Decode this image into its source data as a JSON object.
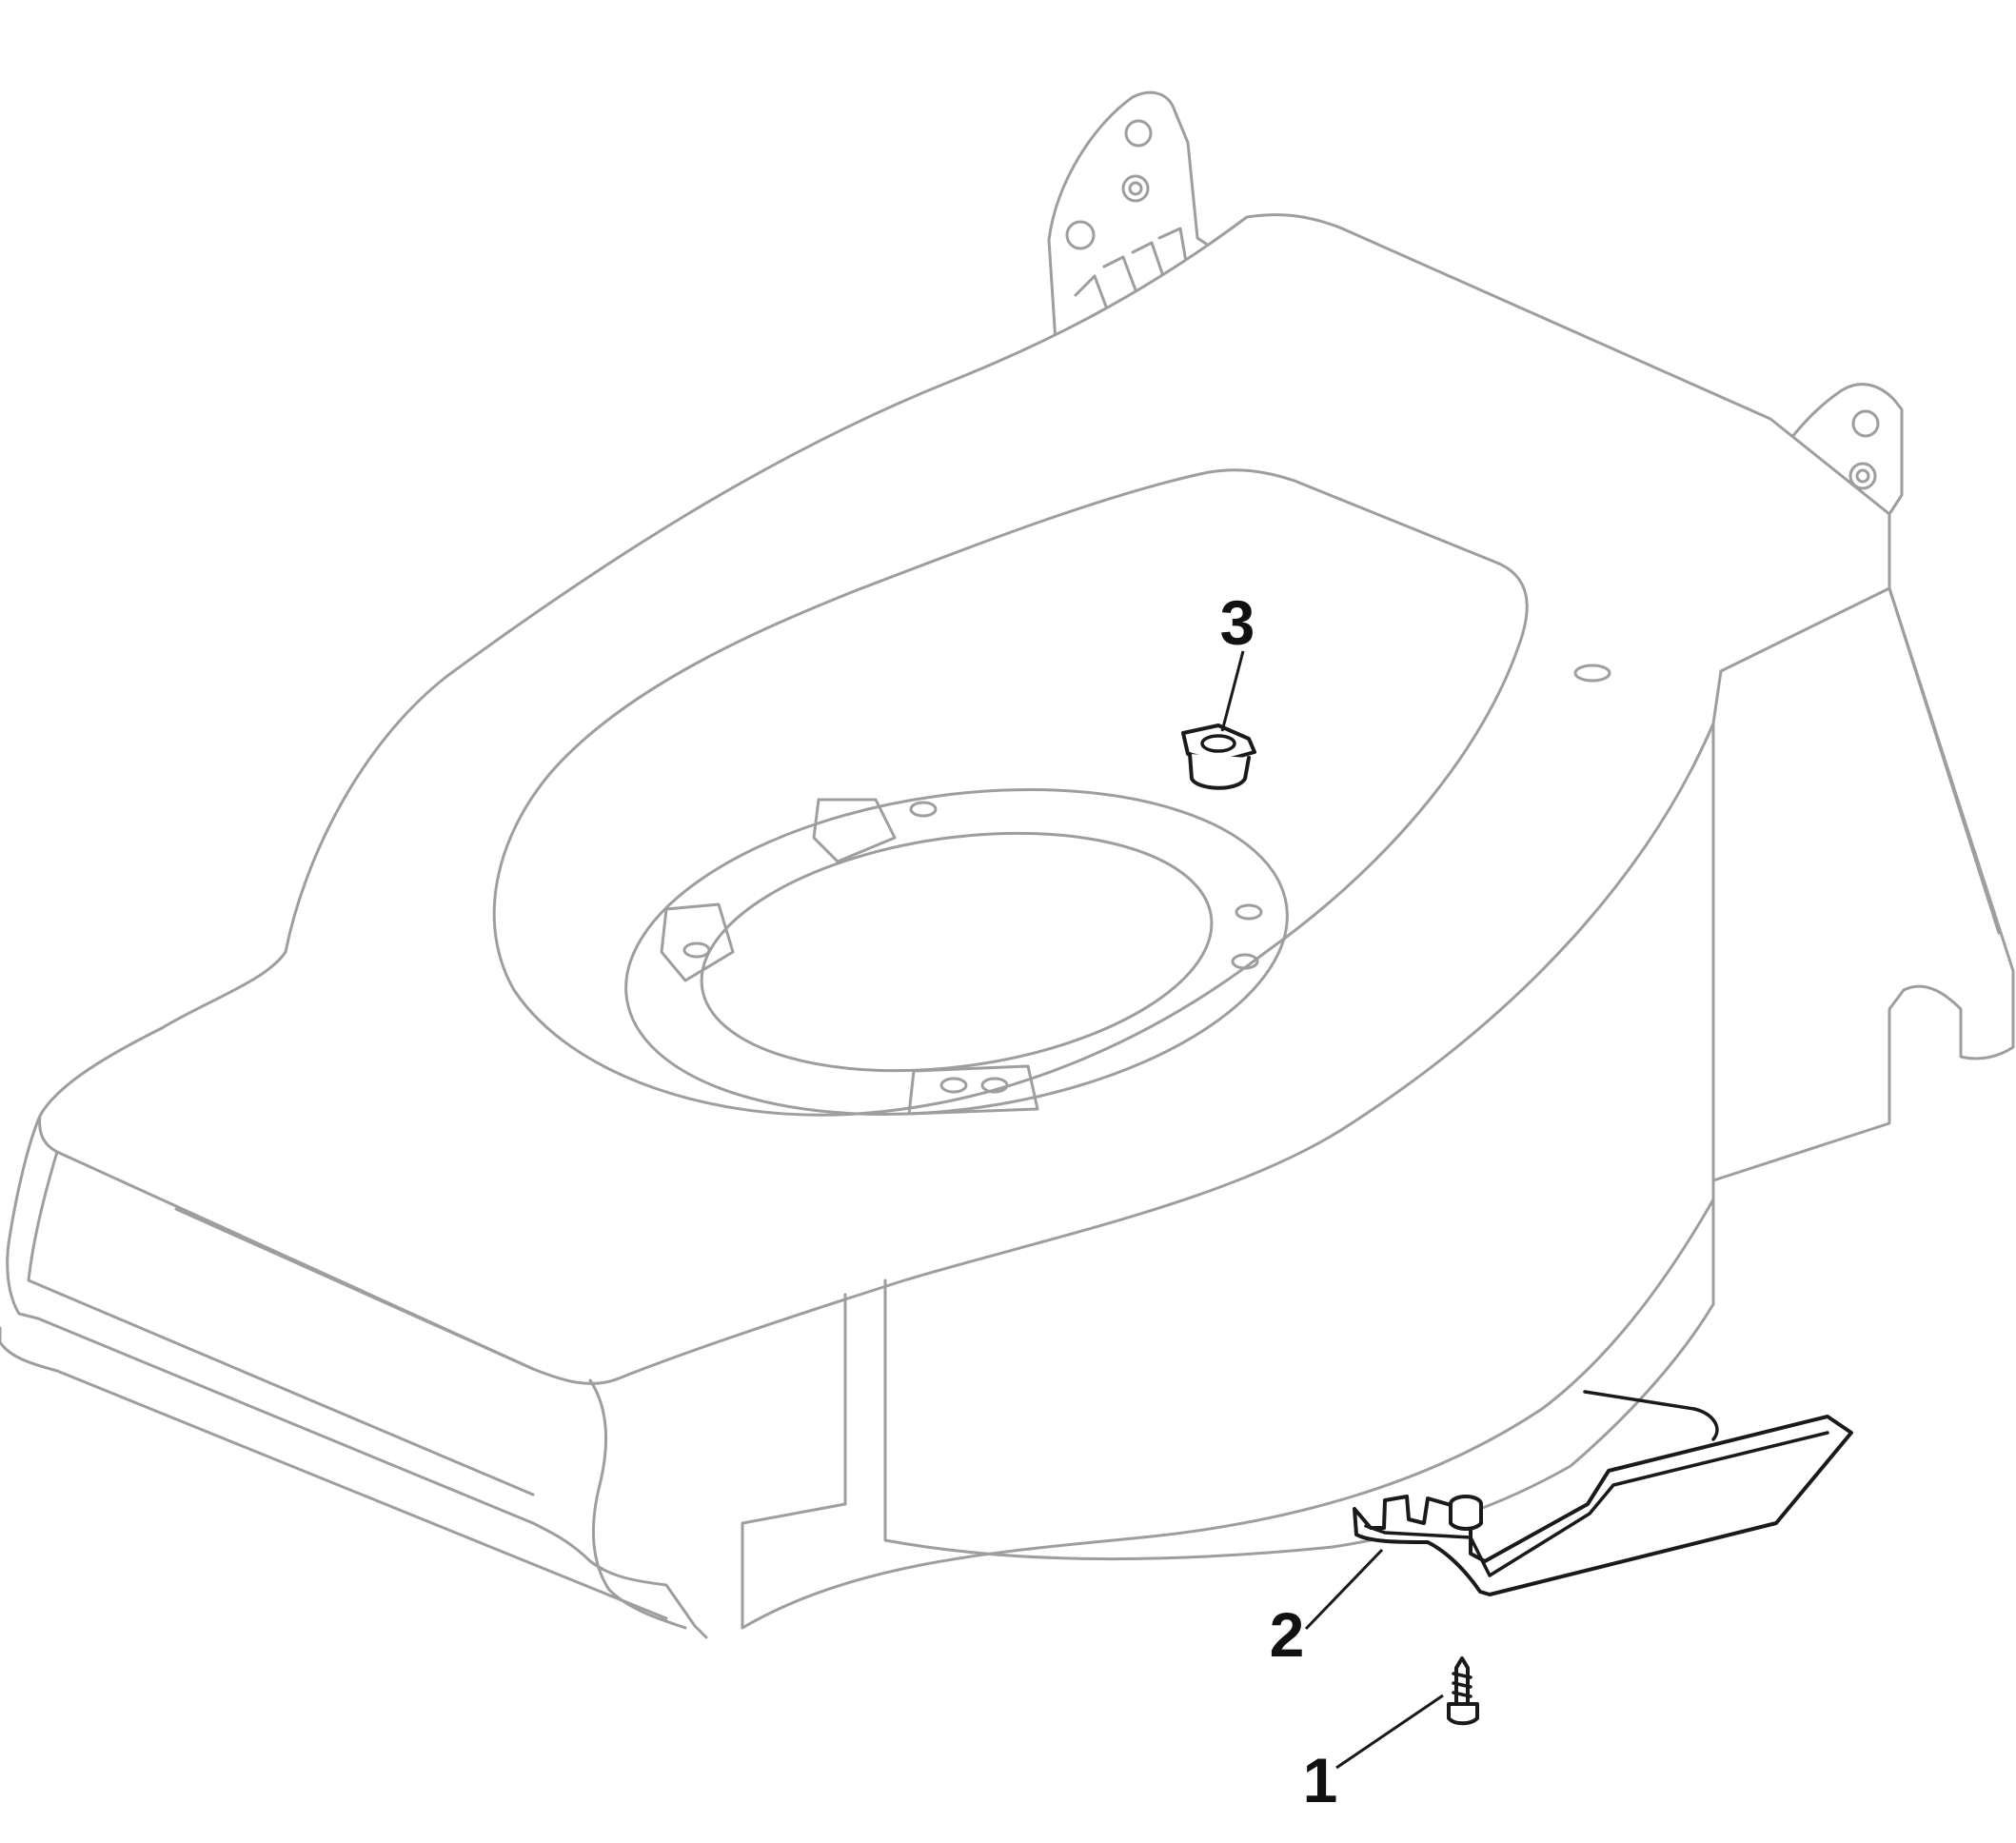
{
  "diagram": {
    "callouts": [
      {
        "id": "1",
        "label": "1"
      },
      {
        "id": "2",
        "label": "2"
      },
      {
        "id": "3",
        "label": "3"
      }
    ],
    "colors": {
      "deck_outline": "#9e9e9e",
      "part_outline": "#1a1a1a",
      "callout_text": "#111111",
      "background": "#ffffff"
    }
  }
}
